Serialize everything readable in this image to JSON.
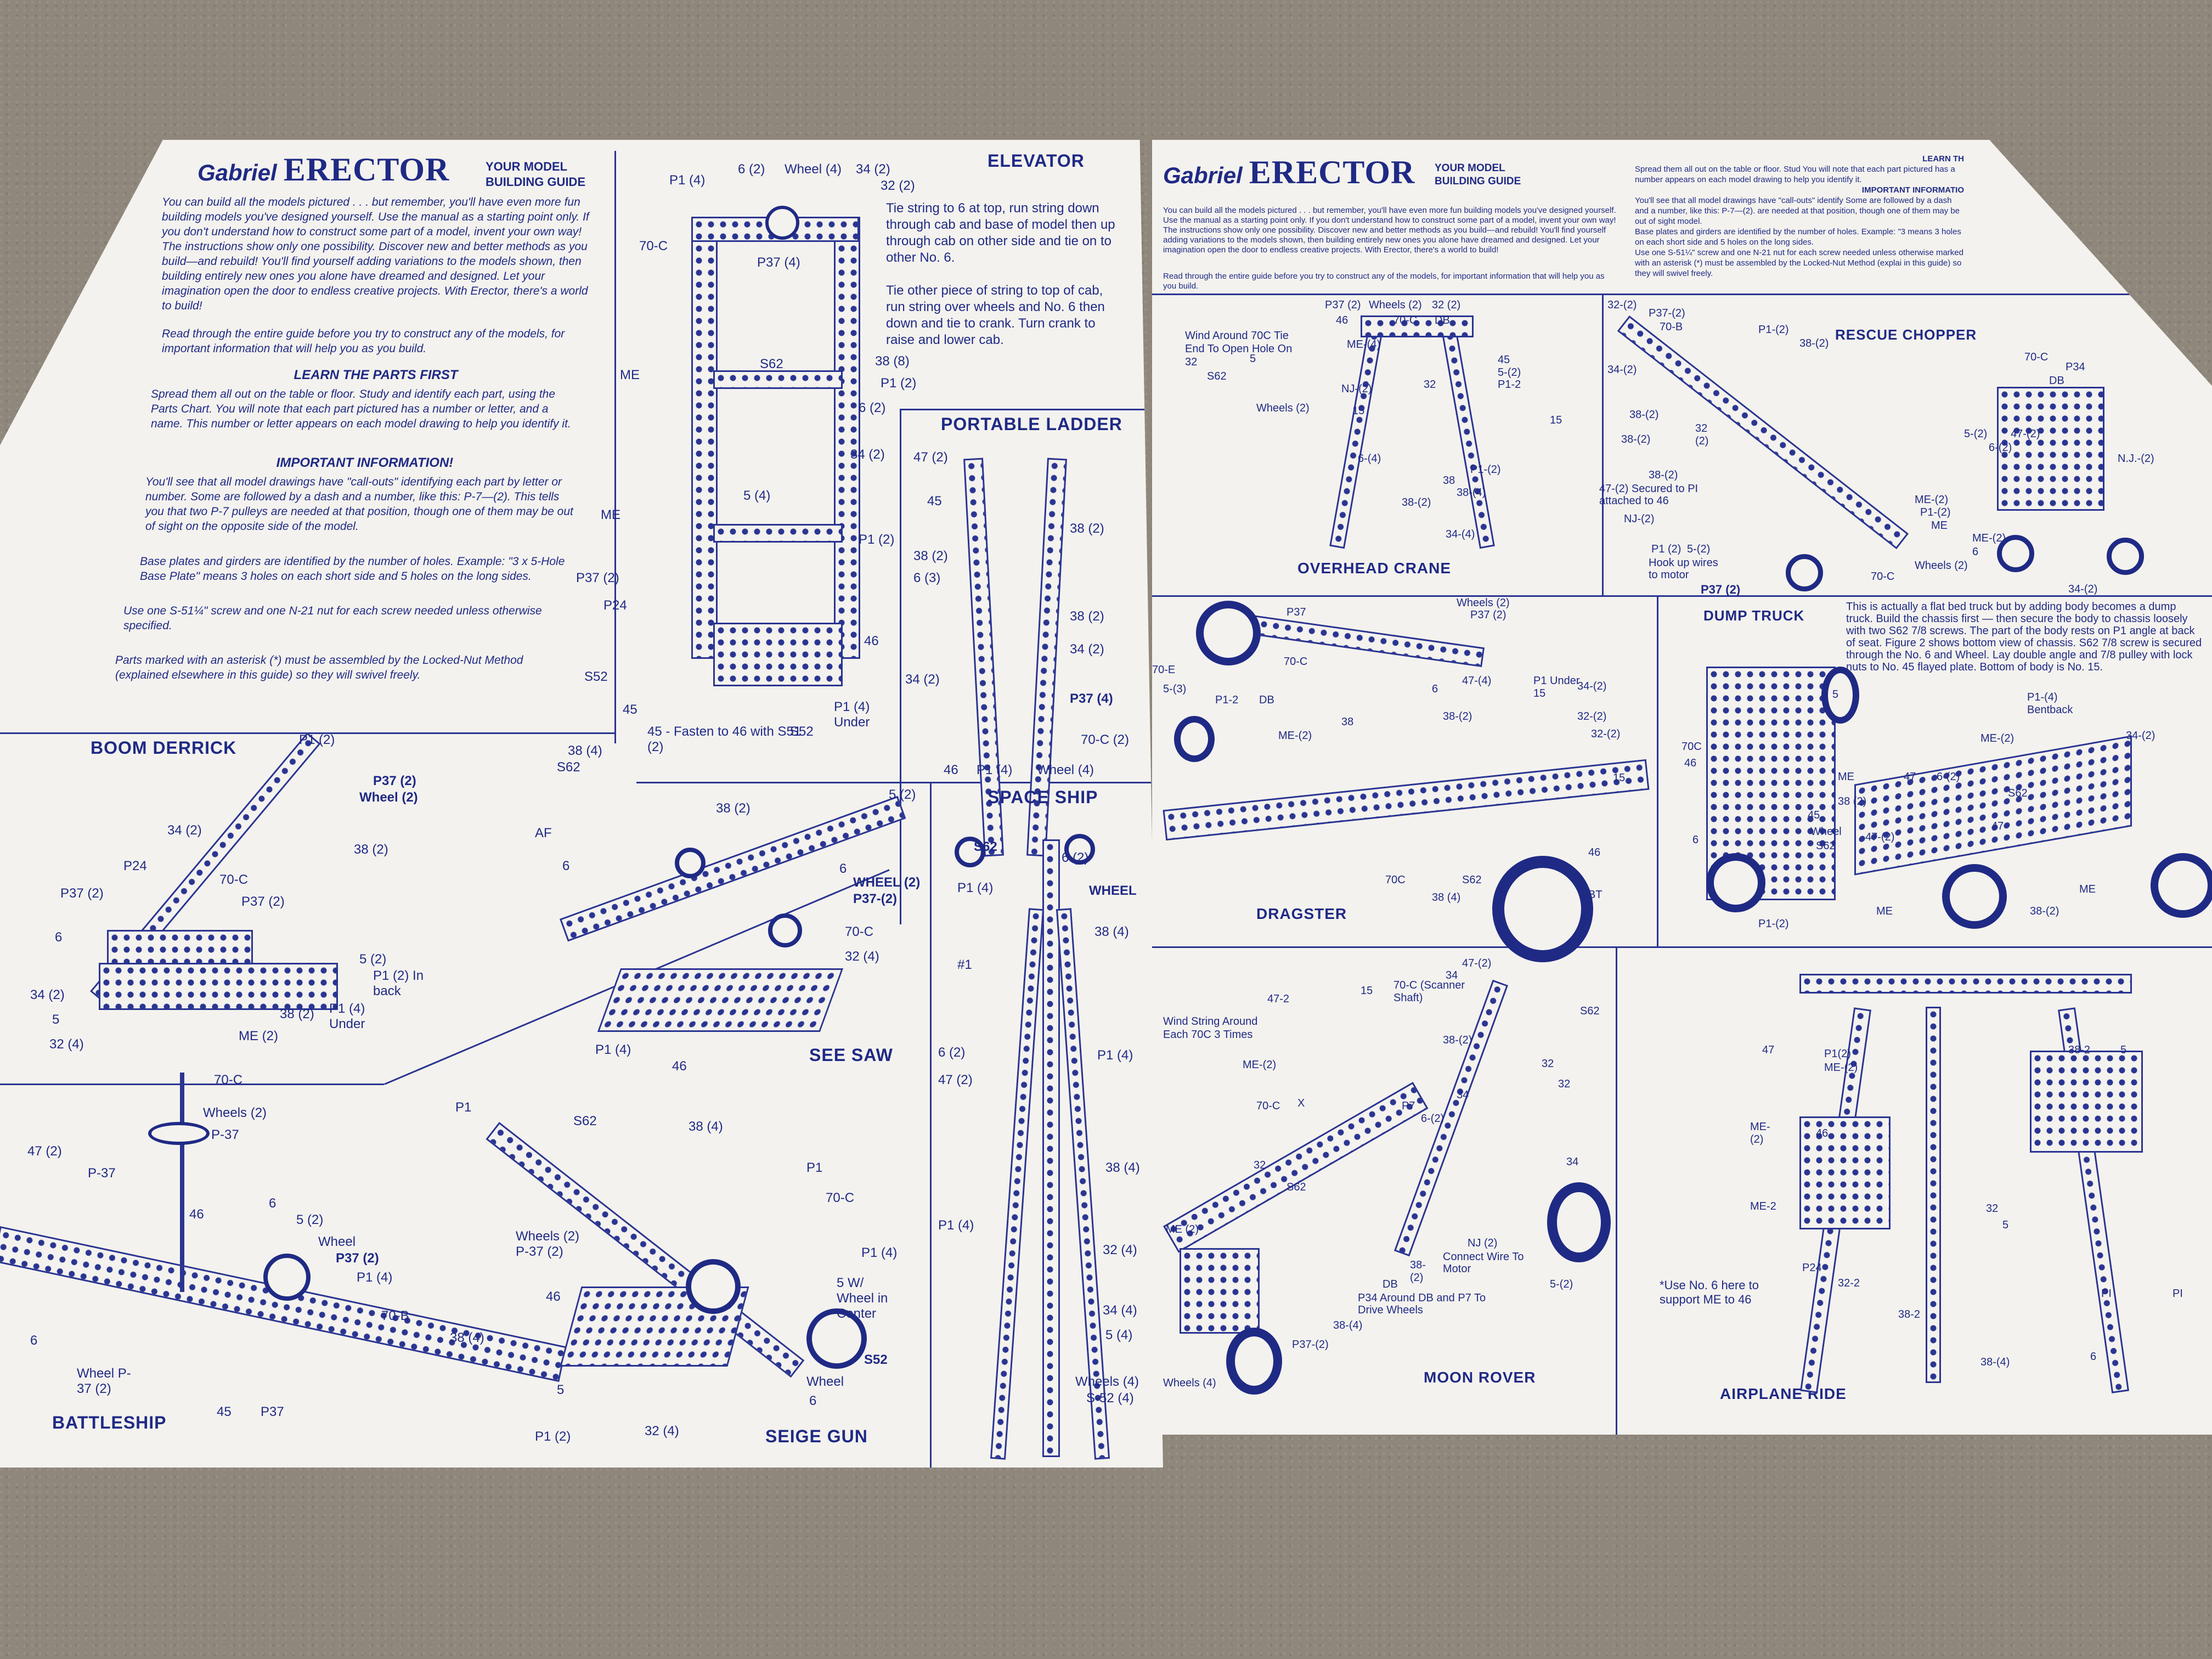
{
  "left_sheet": {
    "brand": "Gabriel",
    "product": "ERECTOR",
    "guide_title": "YOUR MODEL BUILDING GUIDE",
    "intro": "You can build all the models pictured . . . but remember, you'll have even more fun building models you've designed yourself. Use the manual as a starting point only. If you don't understand how to construct some part of a model, invent your own way! The instructions show only one possibility. Discover new and better methods as you build—and rebuild! You'll find yourself adding variations to the models shown, then building entirely new ones you alone have dreamed and designed. Let your imagination open the door to endless creative projects. With Erector, there's a world to build!",
    "read_through": "Read through the entire guide before you try to construct any of the models, for important information that will help you as you build.",
    "learn_heading": "LEARN THE PARTS FIRST",
    "learn_text": "Spread them all out on the table or floor. Study and identify each part, using the Parts Chart. You will note that each part pictured has a number or letter, and a name. This number or letter appears on each model drawing to help you identify it.",
    "important_heading": "IMPORTANT INFORMATION!",
    "important_text": "You'll see that all model drawings have \"call-outs\" identifying each part by letter or number. Some are followed by a dash and a number, like this: P-7—(2). This tells you that two P-7 pulleys are needed at that position, though one of them may be out of sight on the opposite side of the model.",
    "base_plates_text": "Base plates and girders are identified by the number of holes. Example: \"3 x 5-Hole Base Plate\" means 3 holes on each short side and 5 holes on the long sides.",
    "screw_text": "Use one S-51¼\" screw and one N-21 nut for each screw needed unless otherwise specified.",
    "asterisk_text": "Parts marked with an asterisk (*) must be assembled by the Locked-Nut Method (explained elsewhere in this guide) so they will swivel freely.",
    "models": {
      "elevator": {
        "title": "ELEVATOR",
        "note1": "Tie string to 6 at top, run string down through cab and base of model then up through cab on other side and tie on to other No. 6.",
        "note2": "Tie other piece of string to top of cab, run string over wheels and No. 6 then down and tie to crank. Turn crank to raise and lower cab.",
        "labels": [
          "P1 (4)",
          "6 (2)",
          "Wheel (4)",
          "34 (2)",
          "32 (2)",
          "70-C",
          "P37 (4)",
          "S62",
          "ME",
          "38 (8)",
          "P1 (2)",
          "6 (2)",
          "34 (2)",
          "5 (4)",
          "ME",
          "P1 (2)",
          "P37 (2)",
          "P24",
          "46",
          "S52",
          "45",
          "P1 (4) Under",
          "S52",
          "45 - Fasten to 46 with S51 (2)"
        ]
      },
      "portable_ladder": {
        "title": "PORTABLE LADDER",
        "labels": [
          "47 (2)",
          "45",
          "38 (2)",
          "6 (3)",
          "38 (2)",
          "38 (2)",
          "34 (2)",
          "34 (2)",
          "P37 (4)",
          "70-C (2)",
          "46",
          "P1 (4)",
          "Wheel (4)"
        ]
      },
      "boom_derrick": {
        "title": "BOOM DERRICK",
        "labels": [
          "P1 (2)",
          "P37 (2)",
          "Wheel (2)",
          "S62",
          "38 (4)",
          "AF",
          "6",
          "34 (2)",
          "P24",
          "38 (2)",
          "70-C",
          "P37 (2)",
          "P37 (2)",
          "6",
          "5 (2)",
          "P1 (2) In back",
          "34 (2)",
          "5",
          "32 (4)",
          "ME (2)",
          "38 (2)",
          "P1 (4) Under"
        ]
      },
      "see_saw": {
        "title": "SEE SAW",
        "labels": [
          "38 (2)",
          "5 (2)",
          "6",
          "WHEEL (2)",
          "P37-(2)",
          "70-C",
          "32 (4)",
          "P1 (4)",
          "46"
        ]
      },
      "space_ship": {
        "title": "SPACE SHIP",
        "labels": [
          "S62",
          "6 (2)",
          "P1 (4)",
          "WHEEL",
          "38 (4)",
          "#1",
          "6 (2)",
          "P1 (4)",
          "47 (2)",
          "38 (4)",
          "P1 (4)",
          "32 (4)",
          "34 (4)",
          "5 (4)",
          "Wheels (4)",
          "S-52 (4)"
        ]
      },
      "battleship": {
        "title": "BATTLESHIP",
        "labels": [
          "70-C",
          "Wheels (2)",
          "P-37",
          "47 (2)",
          "P-37",
          "46",
          "6",
          "5 (2)",
          "Wheel",
          "P37 (2)",
          "P1 (4)",
          "70-B",
          "38 (4)",
          "5",
          "6",
          "Wheel P-37 (2)",
          "45",
          "P37",
          "P1 (2)"
        ]
      },
      "seige_gun": {
        "title": "SEIGE GUN",
        "labels": [
          "P1",
          "S62",
          "38 (4)",
          "P1",
          "70-C",
          "Wheels (2) P-37 (2)",
          "P1 (4)",
          "46",
          "5 W/ Wheel in Center",
          "S52",
          "Wheel",
          "6",
          "32 (4)"
        ]
      }
    }
  },
  "right_sheet": {
    "brand": "Gabriel",
    "product": "ERECTOR",
    "guide_title": "YOUR MODEL BUILDING GUIDE",
    "learn_heading": "LEARN TH",
    "learn_text": "Spread them all out on the table or floor. Stud You will note that each part pictured has a number appears on each model drawing to help you identify it.",
    "important_heading": "IMPORTANT INFORMATIO",
    "important_text": "You'll see that all model drawings have \"call-outs\" identify Some are followed by a dash and a number, like this: P-7—(2). are needed at that position, though one of them may be out of sight model.",
    "base_plates_text": "Base plates and girders are identified by the number of holes. Example: \"3 means 3 holes on each short side and 5 holes on the long sides.",
    "screw_text": "Use one S-51¼\" screw and one N-21 nut for each screw needed unless otherwise marked with an asterisk (*) must be assembled by the Locked-Nut Method (explai in this guide) so they will swivel freely.",
    "intro": "You can build all the models pictured . . . but remember, you'll have even more fun building models you've designed yourself. Use the manual as a starting point only. If you don't understand how to construct some part of a model, invent your own way! The instructions show only one possibility. Discover new and better methods as you build—and rebuild! You'll find yourself adding variations to the models shown, then building entirely new ones you alone have dreamed and designed. Let your imagination open the door to endless creative projects. With Erector, there's a world to build!",
    "read_through": "Read through the entire guide before you try to construct any of the models, for important information that will help you as you build.",
    "models": {
      "overhead_crane": {
        "title": "OVERHEAD CRANE",
        "wind_note": "Wind Around 70C Tie End To Open Hole On 32",
        "labels": [
          "P37 (2)",
          "Wheels (2)",
          "32 (2)",
          "46",
          "70-C",
          "DB",
          "ME-(4)",
          "45",
          "5",
          "5-(2)",
          "S62",
          "P1-2",
          "NJ-(2)",
          "32",
          "15",
          "15",
          "Wheels (2)",
          "P1-(2)",
          "6-(4)",
          "38",
          "38-(4)",
          "38-(2)",
          "34-(4)"
        ]
      },
      "rescue_chopper": {
        "title": "RESCUE CHOPPER",
        "labels": [
          "32-(2)",
          "P37-(2)",
          "70-B",
          "P1-(2)",
          "38-(2)",
          "70-C",
          "P34",
          "DB",
          "34-(2)",
          "38-(2)",
          "38-(2)",
          "32 (2)",
          "5-(2)",
          "47-(2)",
          "6-(2)",
          "N.J.-(2)",
          "38-(2)",
          "47-(2) Secured to PI attached to 46",
          "ME-(2)",
          "P1-(2)",
          "NJ-(2)",
          "ME",
          "ME-(2)",
          "P1 (2)",
          "5-(2)",
          "Hook up wires to motor",
          "P37 (2)",
          "6",
          "Wheels (2)",
          "70-C",
          "34-(2)"
        ]
      },
      "dragster": {
        "title": "DRAGSTER",
        "labels": [
          "P37",
          "Wheels (2)",
          "P37 (2)",
          "70-E",
          "70-C",
          "5-(3)",
          "P1-2",
          "DB",
          "6",
          "47-(4)",
          "P1 Under 15",
          "34-(2)",
          "ME-(2)",
          "38",
          "38-(2)",
          "32-(2)",
          "32-(2)",
          "15",
          "46",
          "70C",
          "S62",
          "38 (4)",
          "BT"
        ]
      },
      "dump_truck": {
        "title": "DUMP TRUCK",
        "note": "This is actually a flat bed truck but by adding body becomes a dump truck. Build the chassis first — then secure the body to chassis loosely with two S62 7/8 screws. The part of the body rests on P1 angle at back of seat. Figure 2 shows bottom view of chassis. S62 7/8 screw is secured through the No. 6 and Wheel. Lay double angle and 7/8 pulley with lock nuts to No. 45 flayed plate. Bottom of body is No. 15.",
        "labels": [
          "5",
          "P1-(4)",
          "Bentback",
          "ME-(2)",
          "34-(2)",
          "70C",
          "46",
          "ME",
          "47",
          "6-(2)",
          "S62",
          "38 (2)",
          "45",
          "Wheel",
          "S62",
          "47-(2)",
          "47",
          "6",
          "ME",
          "38-(2)",
          "P1-(2)",
          "ME"
        ]
      },
      "moon_rover": {
        "title": "MOON ROVER",
        "wind_note": "Wind String Around Each 70C 3 Times",
        "labels": [
          "47-2",
          "15",
          "70-C (Scanner Shaft)",
          "47-(2)",
          "34",
          "S62",
          "ME-(2)",
          "38-(2)",
          "32",
          "32",
          "70-C",
          "X",
          "P7",
          "6-(2)",
          "34",
          "32",
          "S62",
          "34",
          "NJ (2)",
          "Connect Wire To Motor",
          "5-(2)",
          "ME (2)",
          "DB",
          "38-(2)",
          "P34 Around DB and P7 To Drive Wheels",
          "38-(4)",
          "P37-(2)",
          "Wheels (4)"
        ]
      },
      "airplane_ride": {
        "title": "AIRPLANE RIDE",
        "support_note": "*Use No. 6 here to support ME to 46",
        "labels": [
          "47",
          "P1(2)",
          "ME-(2)",
          "38-2",
          "5",
          "ME-(2)",
          "46",
          "ME-2",
          "32",
          "5",
          "P24",
          "32-2",
          "38-2",
          "38-(4)",
          "PI",
          "PI",
          "6"
        ]
      }
    }
  }
}
